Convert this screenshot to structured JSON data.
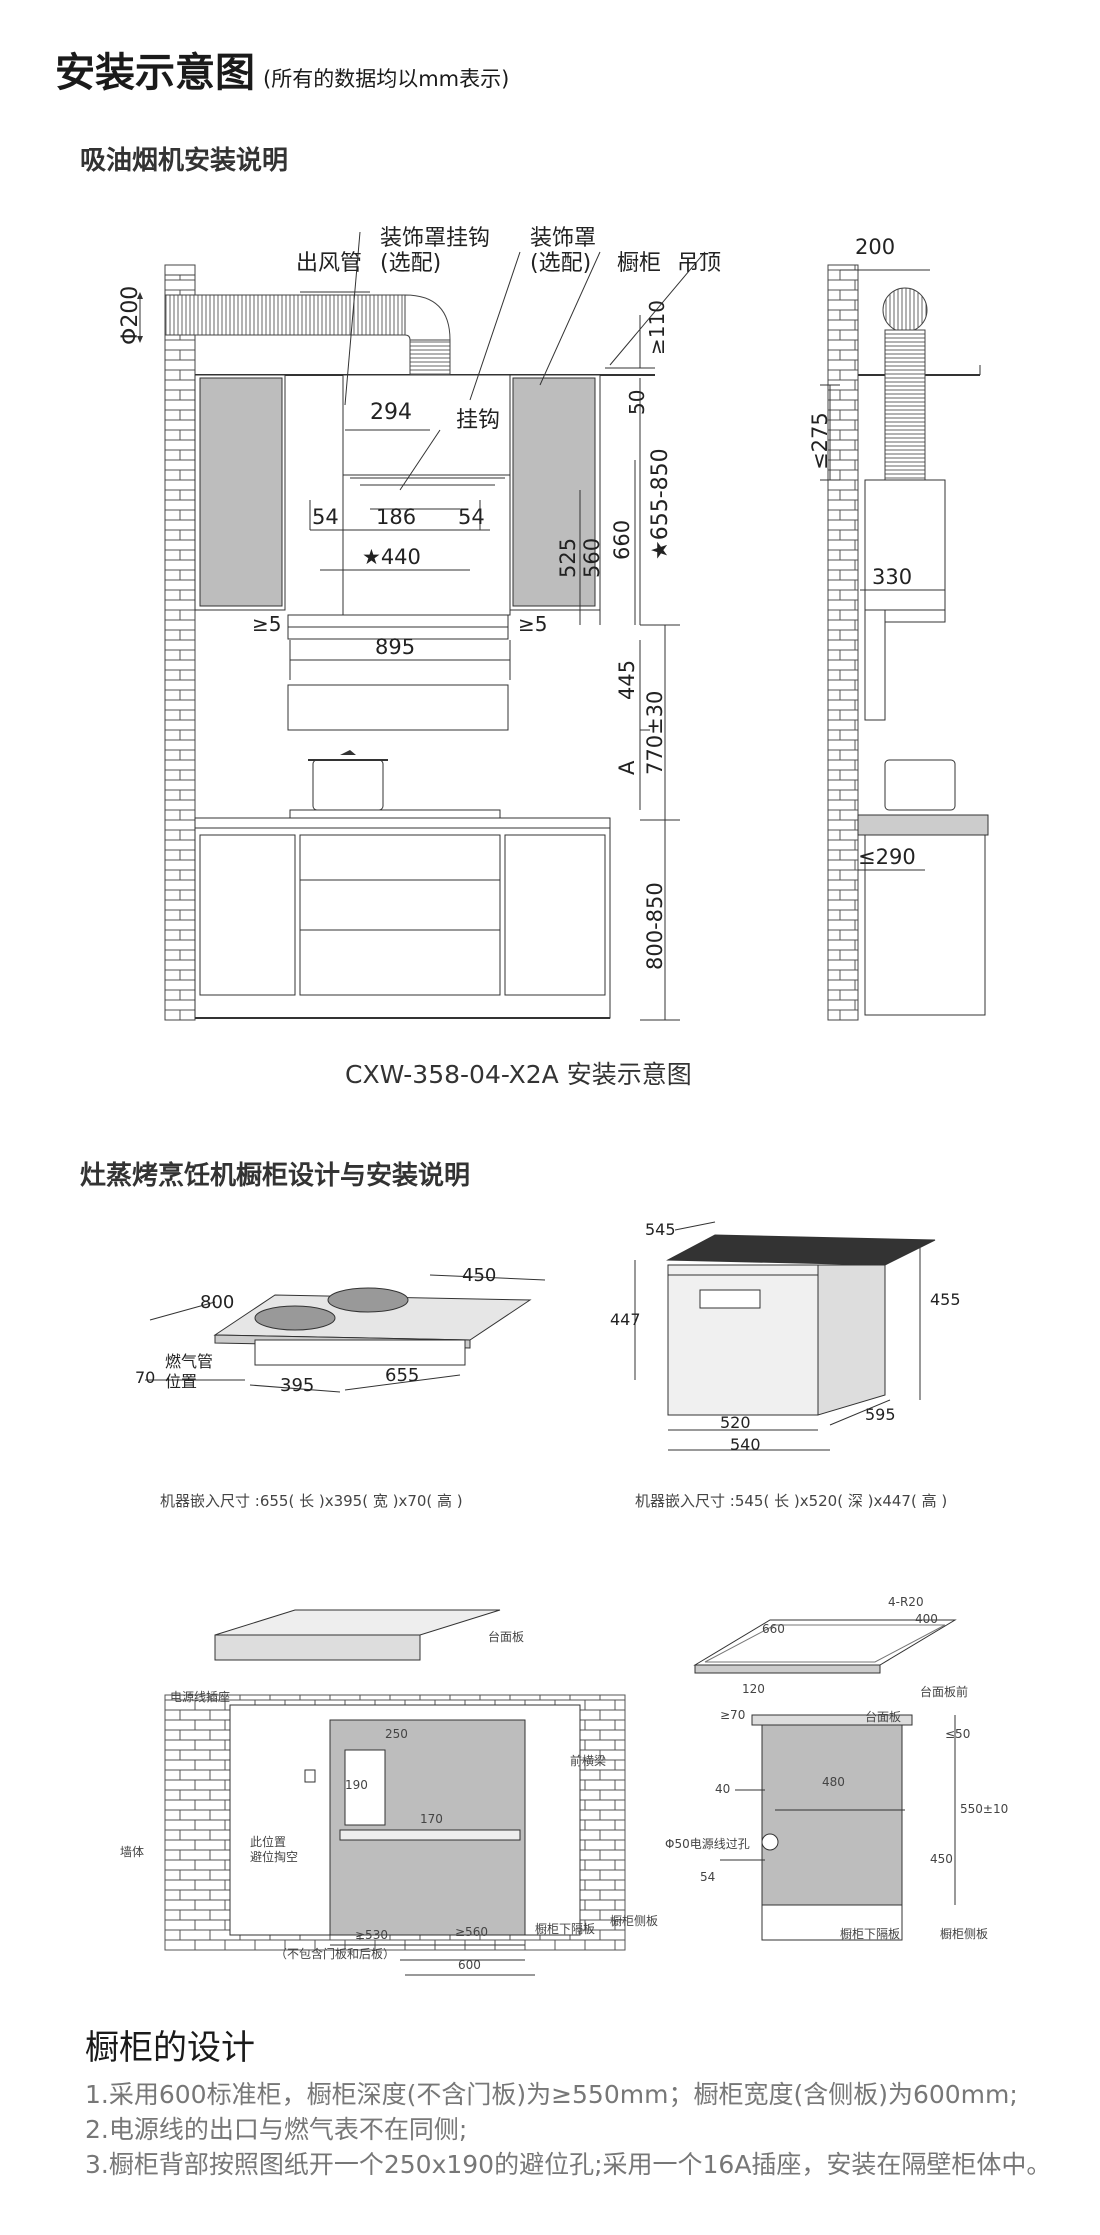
{
  "header": {
    "title": "安装示意图",
    "subtitle": "(所有的数据均以mm表示)"
  },
  "hood_section": {
    "heading": "吸油烟机安装说明",
    "labels": {
      "duct": "出风管",
      "cover_hook_1": "装饰罩挂钩",
      "cover_hook_2": "(选配)",
      "cover_1": "装饰罩",
      "cover_2": "(选配)",
      "cabinet": "橱柜",
      "ceiling": "吊顶",
      "hook": "挂钩"
    },
    "dims": {
      "d200": "Φ200",
      "d110": "≥110",
      "d50": "50",
      "d294": "294",
      "d655": "★655-850",
      "d54a": "54",
      "d186": "186",
      "d54b": "54",
      "d525": "525",
      "d560": "560",
      "d660": "660",
      "d440": "★440",
      "ge5a": "≥5",
      "ge5b": "≥5",
      "d895": "895",
      "d445": "445",
      "dA": "A",
      "d770": "770±30",
      "d800": "800-850"
    },
    "side_dims": {
      "d200": "200",
      "d275": "≤275",
      "d330": "330",
      "d290": "≤290"
    },
    "caption": "CXW-358-04-X2A 安装示意图"
  },
  "cabinet_section": {
    "heading": "灶蒸烤烹饪机橱柜设计与安装说明",
    "cooktop": {
      "d800": "800",
      "d450": "450",
      "d70": "70",
      "gas1": "燃气管",
      "gas2": "位置",
      "d395": "395",
      "d655": "655"
    },
    "cooktop_spec": "机器嵌入尺寸 :655( 长 )x395( 宽 )x70( 高 )",
    "oven": {
      "d545": "545",
      "d447": "447",
      "d455": "455",
      "d520": "520",
      "d595": "595",
      "d540": "540"
    },
    "oven_spec": "机器嵌入尺寸 :545( 长 )x520( 深 )x447( 高 )",
    "install_left": {
      "countertop": "台面板",
      "socket": "电源线插座",
      "front_beam": "前横梁",
      "d250": "250",
      "d190": "190",
      "d170": "170",
      "wall": "墙体",
      "avoid1": "此位置",
      "avoid2": "避位掏空",
      "d530": "≥530",
      "d560": "≥560",
      "note": "（不包含门板和后板）",
      "d600": "600",
      "divider": "橱柜下隔板",
      "side_panel": "橱柜侧板"
    },
    "install_right": {
      "r20": "4-R20",
      "d660": "660",
      "d400": "400",
      "d120": "120",
      "front": "台面板前",
      "ge70": "≥70",
      "countertop": "台面板",
      "le50": "≤50",
      "d40": "40",
      "d480": "480",
      "d550": "550±10",
      "hole": "Φ50电源线过孔",
      "d450": "450",
      "d54": "54",
      "divider": "橱柜下隔板",
      "side_panel": "橱柜侧板"
    }
  },
  "design": {
    "title": "橱柜的设计",
    "notes": [
      "1.采用600标准柜，橱柜深度(不含门板)为≥550mm；橱柜宽度(含侧板)为600mm;",
      "2.电源线的出口与燃气表不在同侧;",
      "3.橱柜背部按照图纸开一个250x190的避位孔;采用一个16A插座，安装在隔壁柜体中。"
    ]
  },
  "colors": {
    "panel_gray": "#bdbdbd",
    "line": "#333333",
    "brick": "#555555"
  }
}
